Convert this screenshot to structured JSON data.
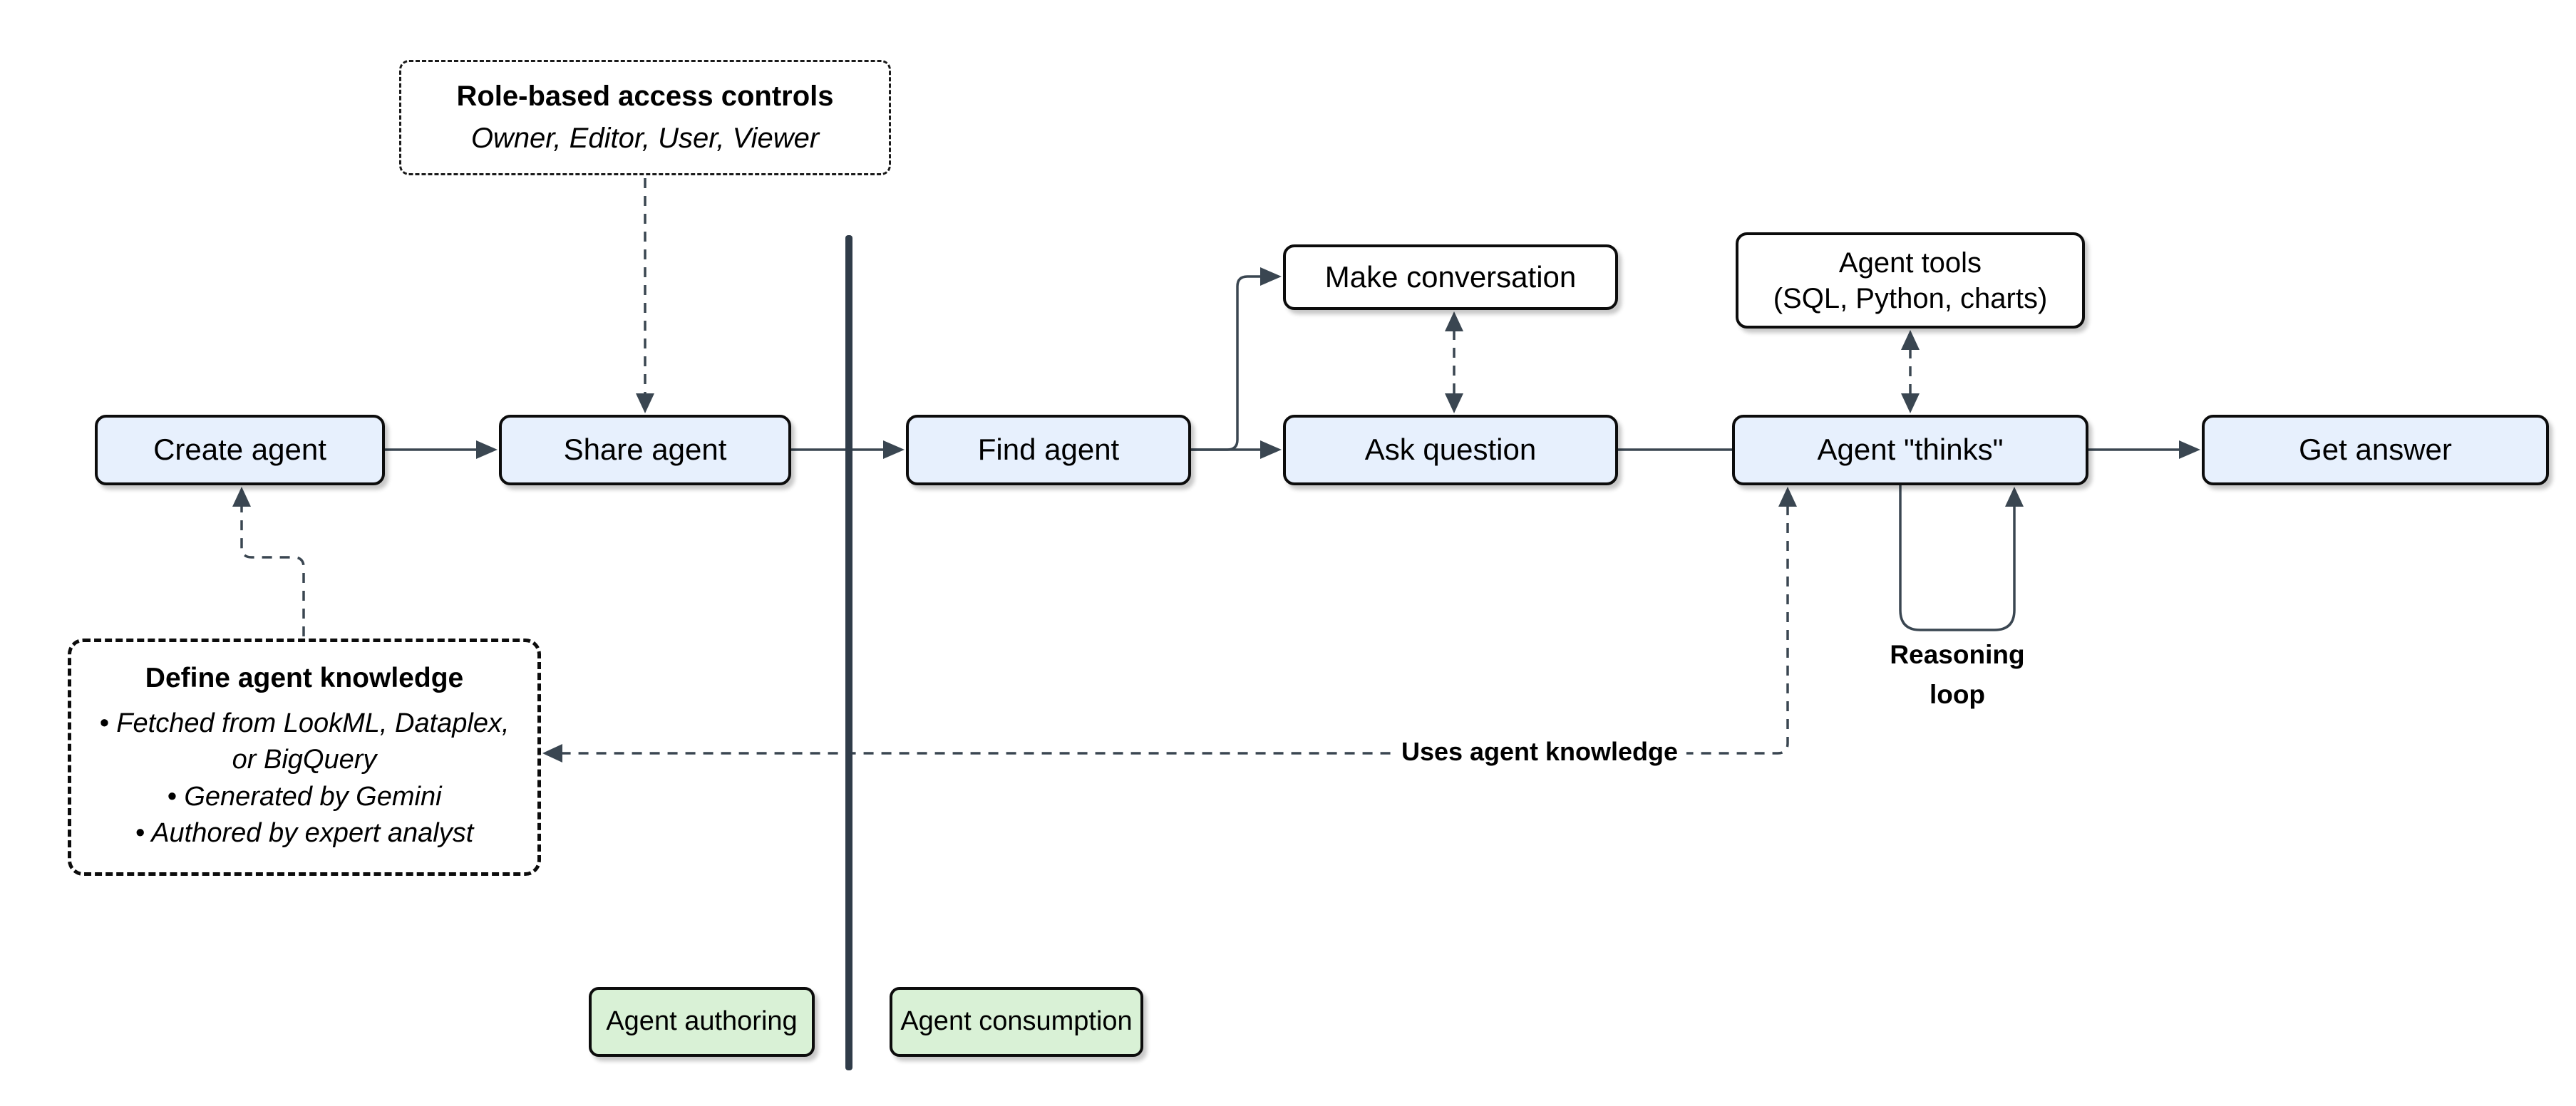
{
  "diagram": {
    "colors": {
      "node_fill_blue": "#e7f0fd",
      "node_fill_white": "#ffffff",
      "node_fill_green": "#d9f1d6",
      "node_border": "#0c0c0c",
      "connector": "#3a4651",
      "divider": "#303c49"
    },
    "nodes": {
      "create_agent": {
        "label": "Create agent"
      },
      "share_agent": {
        "label": "Share agent"
      },
      "find_agent": {
        "label": "Find agent"
      },
      "make_conversation": {
        "label": "Make conversation"
      },
      "ask_question": {
        "label": "Ask question"
      },
      "agent_tools": {
        "line1": "Agent tools",
        "line2": "(SQL, Python, charts)"
      },
      "agent_thinks": {
        "label": "Agent \"thinks\""
      },
      "get_answer": {
        "label": "Get answer"
      }
    },
    "notes": {
      "rbac": {
        "title": "Role-based access controls",
        "subtitle": "Owner, Editor, User, Viewer"
      },
      "knowledge": {
        "title": "Define agent knowledge",
        "bullets": [
          "• Fetched from LookML, Dataplex, or BigQuery",
          "• Generated by Gemini",
          "• Authored by expert analyst"
        ]
      }
    },
    "labels": {
      "reasoning_line1": "Reasoning",
      "reasoning_line2": "loop",
      "uses_agent_knowledge": "Uses agent knowledge",
      "agent_authoring": "Agent authoring",
      "agent_consumption": "Agent consumption"
    }
  }
}
